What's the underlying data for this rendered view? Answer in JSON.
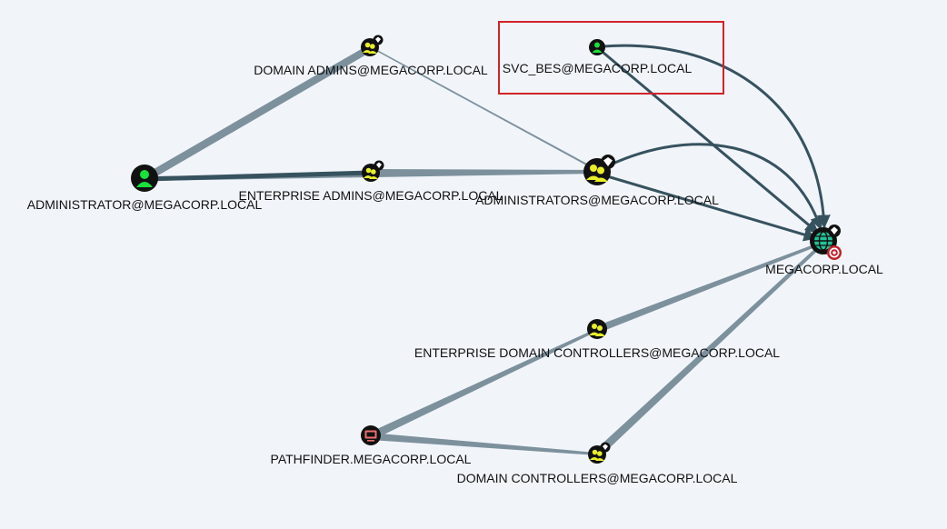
{
  "nodes": [
    {
      "id": "svc_bes",
      "label": "SVC_BES@MEGACORP.LOCAL",
      "kind": "user",
      "icon": "user-icon",
      "highlighted": true
    },
    {
      "id": "domain_admins",
      "label": "DOMAIN ADMINS@MEGACORP.LOCAL",
      "kind": "group",
      "icon": "group-icon",
      "badge": "diamond-icon"
    },
    {
      "id": "administrator",
      "label": "ADMINISTRATOR@MEGACORP.LOCAL",
      "kind": "user",
      "icon": "user-icon"
    },
    {
      "id": "enterprise_admins",
      "label": "ENTERPRISE ADMINS@MEGACORP.LOCAL",
      "kind": "group",
      "icon": "group-icon",
      "badge": "diamond-icon"
    },
    {
      "id": "administrators",
      "label": "ADMINISTRATORS@MEGACORP.LOCAL",
      "kind": "group",
      "icon": "group-icon",
      "badge": "diamond-icon"
    },
    {
      "id": "megacorp",
      "label": "MEGACORP.LOCAL",
      "kind": "domain",
      "icon": "globe-icon",
      "badge": "target-icon",
      "badge2": "diamond-icon"
    },
    {
      "id": "enterprise_dcs",
      "label": "ENTERPRISE DOMAIN CONTROLLERS@MEGACORP.LOCAL",
      "kind": "group",
      "icon": "group-icon"
    },
    {
      "id": "pathfinder",
      "label": "PATHFINDER.MEGACORP.LOCAL",
      "kind": "computer",
      "icon": "computer-icon"
    },
    {
      "id": "domain_controllers",
      "label": "DOMAIN CONTROLLERS@MEGACORP.LOCAL",
      "kind": "group",
      "icon": "group-icon",
      "badge": "diamond-icon"
    }
  ],
  "edges": [
    {
      "from": "administrator",
      "to": "domain_admins",
      "style": "faint"
    },
    {
      "from": "administrator",
      "to": "enterprise_admins",
      "style": "dark"
    },
    {
      "from": "administrator",
      "to": "administrators",
      "style": "faint"
    },
    {
      "from": "domain_admins",
      "to": "administrators",
      "style": "faint"
    },
    {
      "from": "enterprise_admins",
      "to": "administrators",
      "style": "faint"
    },
    {
      "from": "administrators",
      "to": "megacorp",
      "style": "dark",
      "arrow": true
    },
    {
      "from": "administrators",
      "to": "megacorp",
      "style": "dark",
      "arrow": true,
      "curve": true
    },
    {
      "from": "svc_bes",
      "to": "megacorp",
      "style": "dark",
      "arrow": true
    },
    {
      "from": "svc_bes",
      "to": "megacorp",
      "style": "dark",
      "arrow": true,
      "curve": true
    },
    {
      "from": "enterprise_dcs",
      "to": "megacorp",
      "style": "faint"
    },
    {
      "from": "domain_controllers",
      "to": "megacorp",
      "style": "faint"
    },
    {
      "from": "pathfinder",
      "to": "enterprise_dcs",
      "style": "faint"
    },
    {
      "from": "pathfinder",
      "to": "domain_controllers",
      "style": "faint"
    }
  ],
  "colors": {
    "background": "#f1f5fa",
    "dark_edge": "#37525f",
    "faint_edge": "#7d919d",
    "group_fill": "#e9ee2a",
    "user_fill": "#19e03c",
    "domain_fill": "#1fc59a",
    "computer_fill": "#ef6d6d",
    "target_badge": "#c2202a",
    "highlight_box": "#d2232a"
  }
}
